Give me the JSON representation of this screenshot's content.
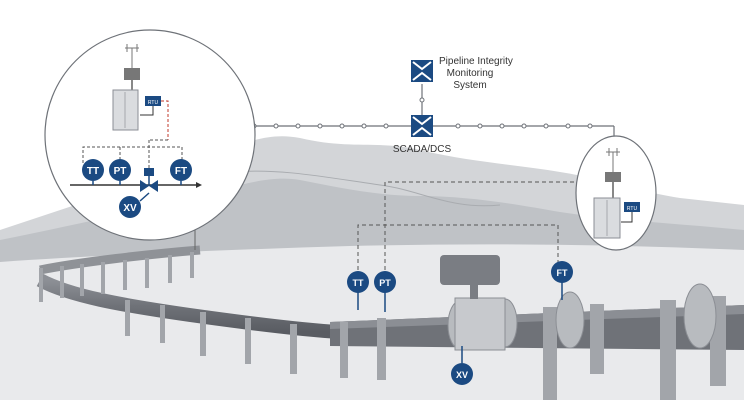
{
  "pims": {
    "line1": "Pipeline Integrity",
    "line2": "Monitoring",
    "line3": "System"
  },
  "scada": {
    "label": "SCADA/DCS"
  },
  "rtu_label": "RTU",
  "left_inset": {
    "instruments": [
      "TT",
      "PT",
      "FT"
    ],
    "valve": "XV"
  },
  "pipeline_instruments": [
    "TT",
    "PT",
    "FT"
  ],
  "pipeline_valve": "XV",
  "colors": {
    "node": "#1b4a82",
    "mountain_far": "#cfd1d4",
    "mountain_mid": "#b5b8bc",
    "ground": "#e8e9eb",
    "pipe": "#7d8086",
    "pipe_dark": "#5f6268",
    "supports": "#9ea1a6",
    "line": "#666a70"
  },
  "icons": [
    "pims-node-icon",
    "scada-node-icon",
    "rtu-icon",
    "radio-antenna-icon",
    "solar-panel-icon",
    "control-valve-icon"
  ]
}
